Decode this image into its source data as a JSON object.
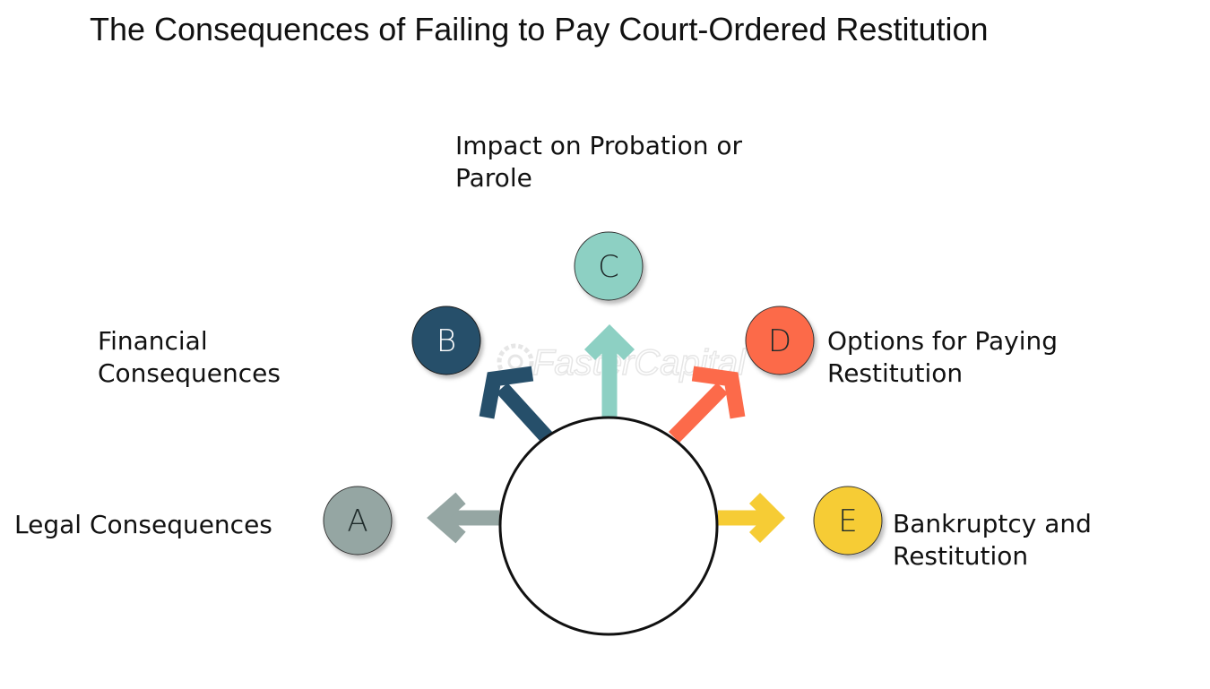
{
  "title": "The Consequences of Failing to Pay Court-Ordered Restitution",
  "watermark": "FasterCapital",
  "items": [
    {
      "letter": "A",
      "label_lines": [
        "Legal Consequences"
      ],
      "color": "#95a6a3",
      "text_color": "#1f2b2b"
    },
    {
      "letter": "B",
      "label_lines": [
        "Financial",
        "Consequences"
      ],
      "color": "#264f6a",
      "text_color": "#ffffff"
    },
    {
      "letter": "C",
      "label_lines": [
        "Impact on Probation or",
        "Parole"
      ],
      "color": "#8dd0c3",
      "text_color": "#1f2b2b"
    },
    {
      "letter": "D",
      "label_lines": [
        "Options for Paying",
        "Restitution"
      ],
      "color": "#fc6a4a",
      "text_color": "#1f2b2b"
    },
    {
      "letter": "E",
      "label_lines": [
        "Bankruptcy and",
        "Restitution"
      ],
      "color": "#f6cc35",
      "text_color": "#1f2b2b"
    }
  ]
}
